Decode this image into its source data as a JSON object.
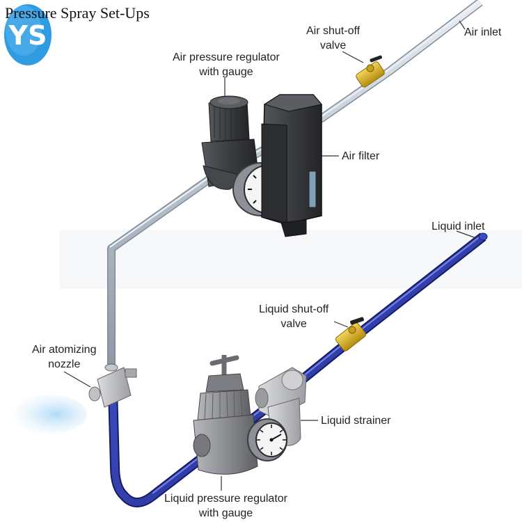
{
  "header": {
    "title": "Pressure Spray Set-Ups",
    "logo_text": "YS"
  },
  "labels": {
    "air_shutoff_valve": [
      "Air shut-off",
      "valve"
    ],
    "air_inlet": "Air inlet",
    "air_pressure_regulator": [
      "Air pressure regulator",
      "with gauge"
    ],
    "air_filter": "Air filter",
    "liquid_inlet": "Liquid inlet",
    "liquid_shutoff_valve": [
      "Liquid shut-off",
      "valve"
    ],
    "air_atomizing_nozzle": [
      "Air atomizing",
      "nozzle"
    ],
    "liquid_strainer": "Liquid strainer",
    "liquid_pressure_regulator": [
      "Liquid pressure regulator",
      "with gauge"
    ]
  },
  "colors": {
    "air_pipe": "#b9c4cf",
    "liquid_pipe": "#2636a8",
    "valve_brass": "#d9b21e",
    "regulator_dark": "#3d3f43",
    "liquid_regulator_grey": "#8f9196",
    "logo_blue": "#2f9be0",
    "spray_mist": "#bfe0f8"
  },
  "icons": [
    "logo-ys",
    "gauge-icon",
    "valve-handle-icon",
    "spray-mist"
  ]
}
